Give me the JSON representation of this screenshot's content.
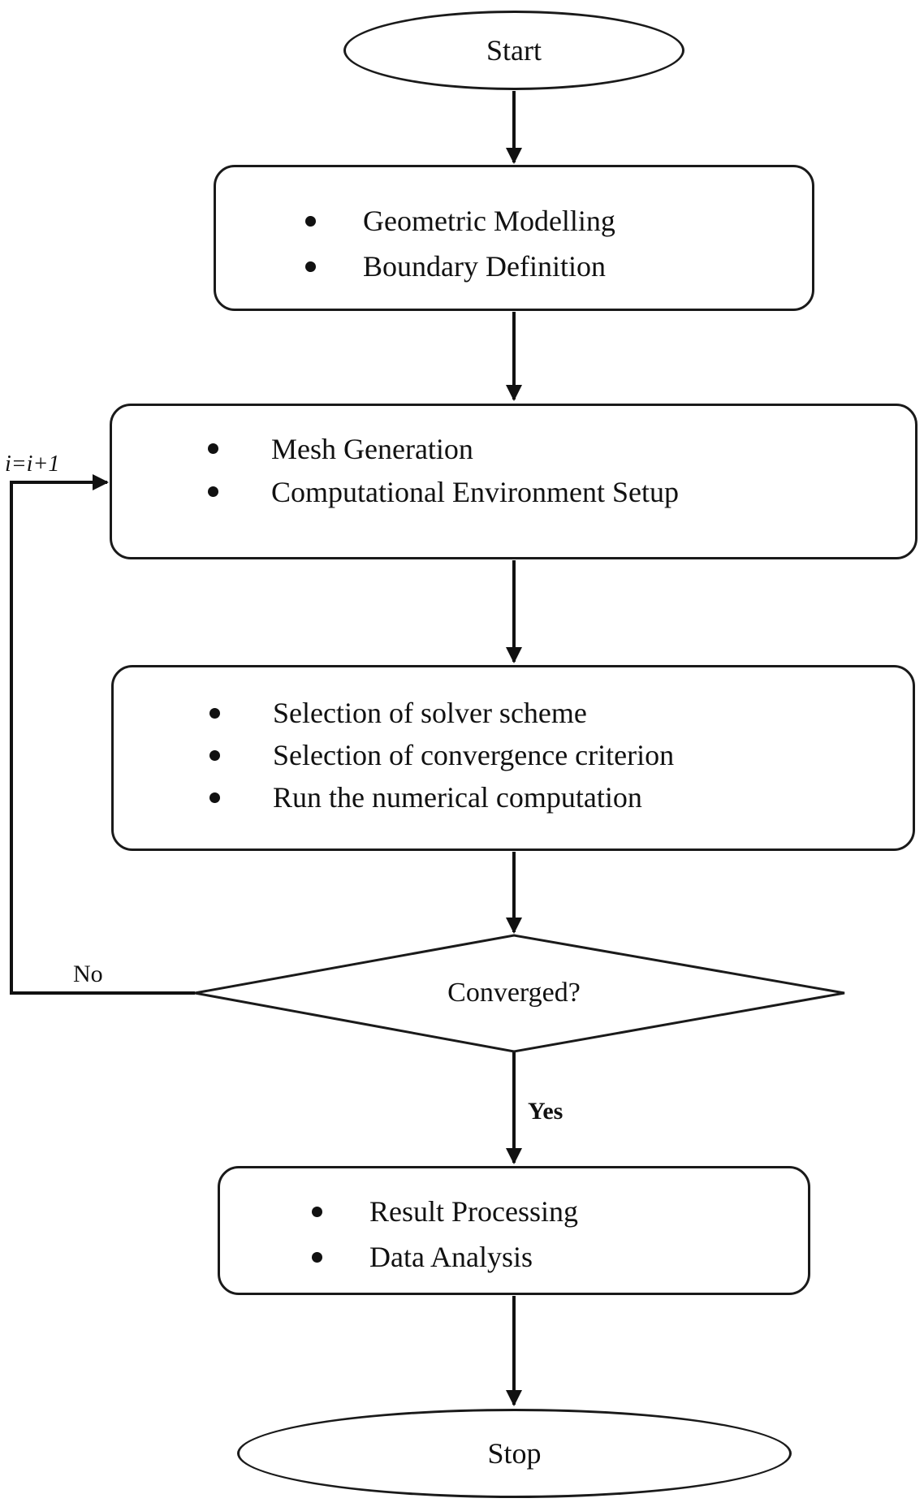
{
  "start": {
    "label": "Start"
  },
  "steps": [
    {
      "items": [
        "Geometric  Modelling",
        "Boundary Definition"
      ]
    },
    {
      "items": [
        "Mesh Generation",
        "Computational  Environment  Setup"
      ]
    },
    {
      "items": [
        "Selection of solver scheme",
        "Selection of convergence criterion",
        "Run the numerical  computation"
      ]
    }
  ],
  "decision": {
    "question": "Converged?",
    "no_label": "No",
    "yes_label": "Yes"
  },
  "loop_label": "i=i+1",
  "post": {
    "items": [
      "Result Processing",
      "Data Analysis"
    ]
  },
  "stop": {
    "label": "Stop"
  }
}
